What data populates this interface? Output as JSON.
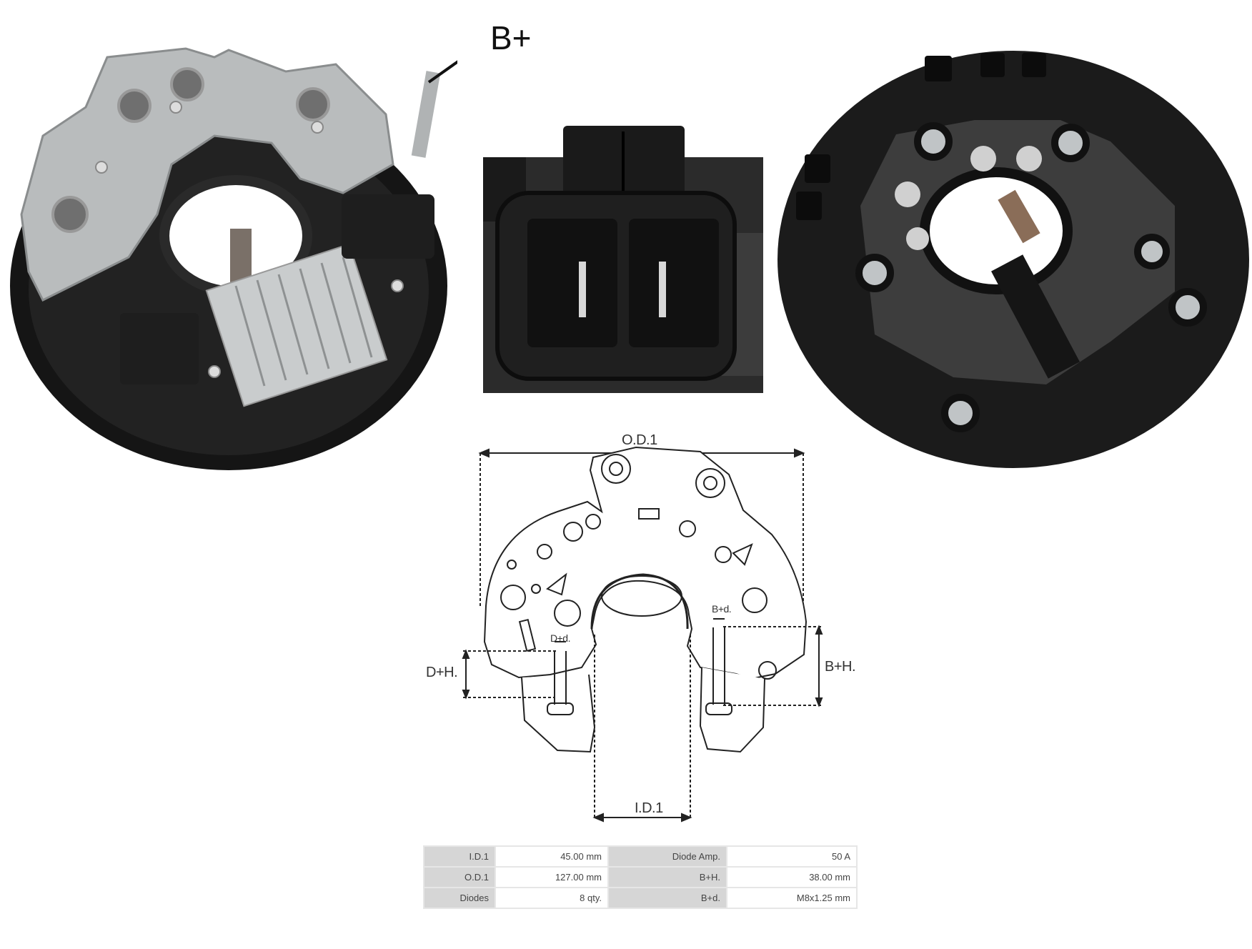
{
  "callout": {
    "label": "B+"
  },
  "diagram": {
    "od_label": "O.D.1",
    "id_label": "I.D.1",
    "dh_label": "D+H.",
    "dd_label": "D+d.",
    "bh_label": "B+H.",
    "bd_label": "B+d."
  },
  "spec_table": {
    "rows": [
      {
        "label1": "I.D.1",
        "value1": "45.00 mm",
        "label2": "Diode Amp.",
        "value2": "50 A"
      },
      {
        "label1": "O.D.1",
        "value1": "127.00 mm",
        "label2": "B+H.",
        "value2": "38.00 mm"
      },
      {
        "label1": "Diodes",
        "value1": "8 qty.",
        "label2": "B+d.",
        "value2": "M8x1.25 mm"
      }
    ]
  },
  "colors": {
    "housing": "#1c1c1c",
    "plate": "#b9bcbd",
    "heatsink": "#c9cccd",
    "line": "#222222"
  }
}
